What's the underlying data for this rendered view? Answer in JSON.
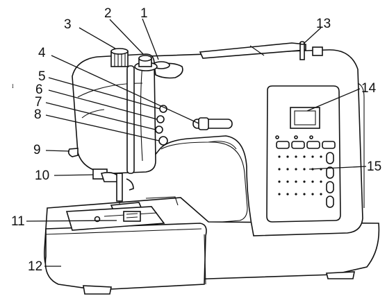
{
  "diagram": {
    "title": "",
    "callouts": [
      {
        "id": "c1",
        "label": "1"
      },
      {
        "id": "c2",
        "label": "2"
      },
      {
        "id": "c3",
        "label": "3"
      },
      {
        "id": "c4",
        "label": "4"
      },
      {
        "id": "c5",
        "label": "5"
      },
      {
        "id": "c6",
        "label": "6"
      },
      {
        "id": "c7",
        "label": "7"
      },
      {
        "id": "c8",
        "label": "8"
      },
      {
        "id": "c9",
        "label": "9"
      },
      {
        "id": "c10",
        "label": "10"
      },
      {
        "id": "c11",
        "label": "11"
      },
      {
        "id": "c12",
        "label": "12"
      },
      {
        "id": "c13",
        "label": "13"
      },
      {
        "id": "c14",
        "label": "14"
      },
      {
        "id": "c15",
        "label": "15"
      }
    ],
    "stray_mark": "I",
    "line_color": "#111111",
    "fill_color": "#ffffff"
  }
}
